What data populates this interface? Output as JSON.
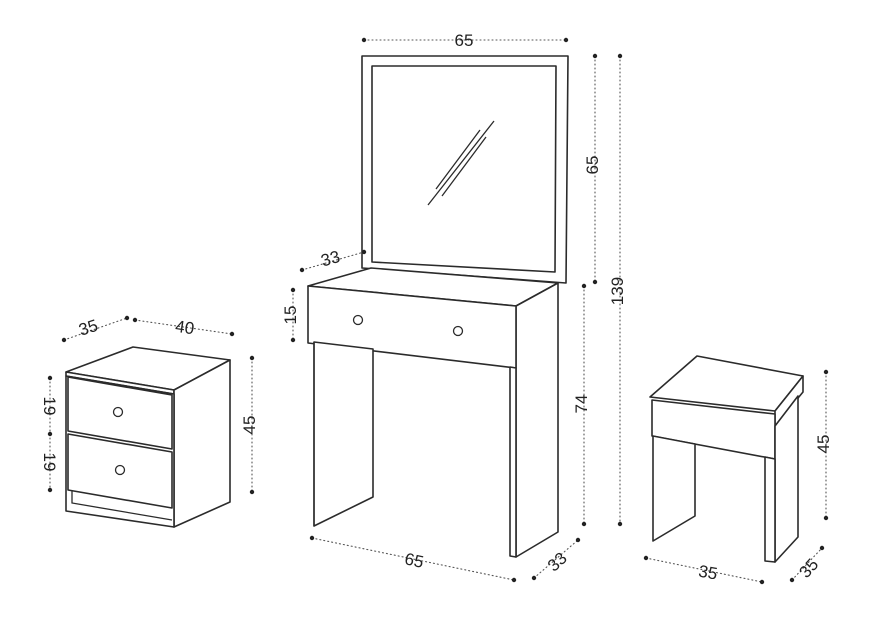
{
  "dimensions": {
    "mirror_width": "65",
    "mirror_height": "65",
    "total_height": "139",
    "table_depth_top": "33",
    "drawer_height": "15",
    "table_height": "74",
    "table_width": "65",
    "table_depth": "33",
    "nightstand_depth": "35",
    "nightstand_width": "40",
    "nightstand_drawer1": "19",
    "nightstand_drawer2": "19",
    "nightstand_height": "45",
    "stool_height": "45",
    "stool_width": "35",
    "stool_depth": "35"
  }
}
